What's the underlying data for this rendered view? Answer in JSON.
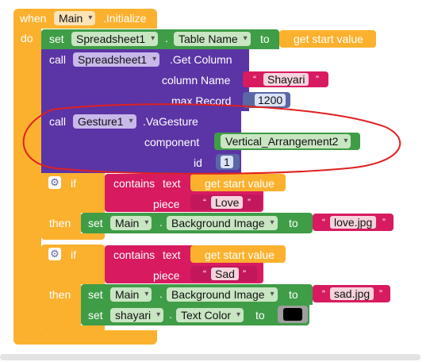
{
  "event": {
    "when": "when",
    "component": "Main",
    "event_name": ".Initialize",
    "do": "do"
  },
  "set1": {
    "set": "set",
    "component": "Spreadsheet1",
    "property": "Table Name",
    "to": "to",
    "value": "get start value"
  },
  "call1": {
    "call": "call",
    "component": "Spreadsheet1",
    "method": ".Get Column",
    "param1_label": "column Name",
    "param1_value": "Shayari",
    "param2_label": "max Record",
    "param2_value": "1200"
  },
  "call2": {
    "call": "call",
    "component": "Gesture1",
    "method": ".VaGesture",
    "param1_label": "component",
    "param1_value": "Vertical_Arrangement2",
    "param2_label": "id",
    "param2_value": "1"
  },
  "if1": {
    "if": "if",
    "contains": "contains",
    "text": "text",
    "value": "get start value",
    "piece": "piece",
    "piece_value": "Love",
    "then": "then",
    "set": "set",
    "component": "Main",
    "property": "Background Image",
    "to": "to",
    "image": "love.jpg"
  },
  "if2": {
    "if": "if",
    "contains": "contains",
    "text": "text",
    "value": "get start value",
    "piece": "piece",
    "piece_value": "Sad",
    "then": "then",
    "set": "set",
    "component": "Main",
    "property": "Background Image",
    "to": "to",
    "image": "sad.jpg",
    "set2": "set",
    "component2": "shayari",
    "property2": "Text Color",
    "to2": "to",
    "color": "#000000"
  },
  "quote": "“",
  "quote_close": "”",
  "colors": {
    "control": "#fbb12e",
    "procedure": "#5b34a6",
    "component": "#3f9d47",
    "text": "#d81b60",
    "annotation": "#e02020"
  }
}
